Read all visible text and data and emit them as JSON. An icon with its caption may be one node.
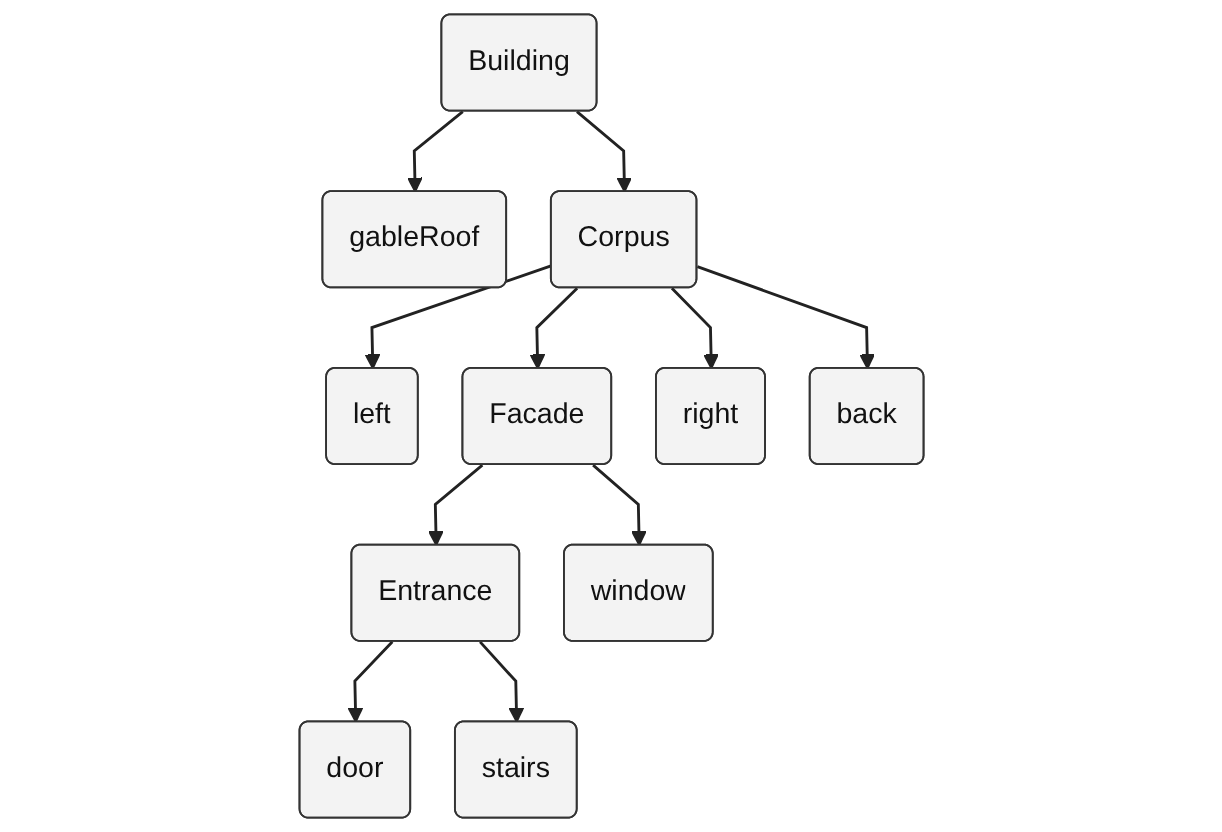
{
  "diagram": {
    "nodes": [
      {
        "text": [
          "Building"
        ]
      },
      {
        "text": [
          "gableRoof"
        ]
      },
      {
        "text": [
          "Corpus"
        ]
      },
      {
        "text": [
          "left"
        ]
      },
      {
        "text": [
          "Facade"
        ]
      },
      {
        "text": [
          "right"
        ]
      },
      {
        "text": [
          "back"
        ]
      },
      {
        "text": [
          "Entrance"
        ]
      },
      {
        "text": [
          "window"
        ]
      },
      {
        "text": [
          "door"
        ]
      },
      {
        "text": [
          "stairs"
        ]
      }
    ],
    "edges": [
      {
        "from": 0,
        "to": 1,
        "arrow": "to"
      },
      {
        "from": 0,
        "to": 2,
        "arrow": "to"
      },
      {
        "from": 2,
        "to": 3,
        "arrow": "to"
      },
      {
        "from": 2,
        "to": 4,
        "arrow": "to"
      },
      {
        "from": 2,
        "to": 5,
        "arrow": "to"
      },
      {
        "from": 2,
        "to": 6,
        "arrow": "to"
      },
      {
        "from": 4,
        "to": 7,
        "arrow": "to"
      },
      {
        "from": 4,
        "to": 8,
        "arrow": "to"
      },
      {
        "from": 7,
        "to": 9,
        "arrow": "to"
      },
      {
        "from": 7,
        "to": 10,
        "arrow": "to"
      }
    ]
  }
}
